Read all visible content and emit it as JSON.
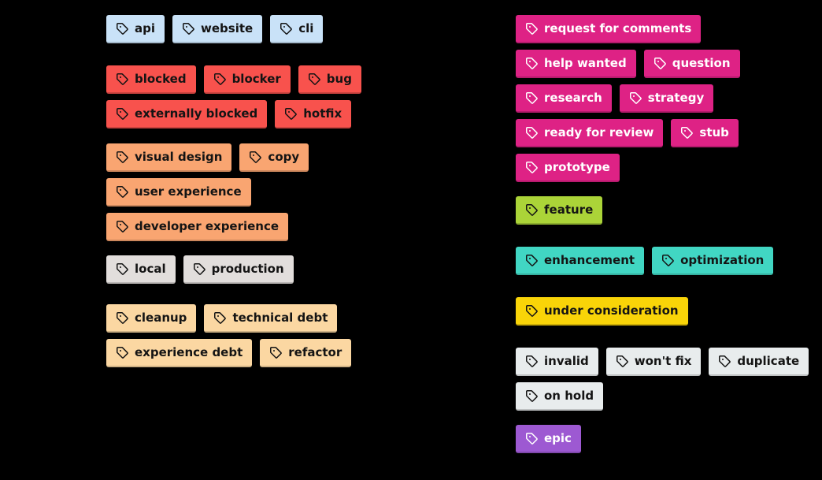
{
  "palette": {
    "blue": "#c9e2f8",
    "red": "#f8524d",
    "salmon": "#f9a571",
    "wheat": "#fbd7a2",
    "warm_gray": "#e2dedc",
    "pink": "#de2285",
    "green": "#abd438",
    "teal": "#41d6c3",
    "yellow": "#f9d408",
    "cool_gray": "#e8eced",
    "purple": "#9d59d2"
  },
  "text_colors": {
    "dark": "#141414",
    "light": "#ffffff"
  },
  "background": "#000000",
  "icon": "tag-icon",
  "columns": [
    {
      "side": "left",
      "groups": [
        {
          "color": "blue",
          "text_color": "dark",
          "rows": [
            [
              "api",
              "website",
              "cli"
            ]
          ]
        },
        {
          "color": "red",
          "text_color": "dark",
          "rows": [
            [
              "blocked",
              "blocker",
              "bug"
            ],
            [
              "externally blocked",
              "hotfix"
            ]
          ]
        },
        {
          "color": "salmon",
          "text_color": "dark",
          "rows": [
            [
              "visual design",
              "copy"
            ],
            [
              "user experience"
            ],
            [
              "developer experience"
            ]
          ]
        },
        {
          "color": "warm_gray",
          "text_color": "dark",
          "rows": [
            [
              "local",
              "production"
            ]
          ]
        },
        {
          "color": "wheat",
          "text_color": "dark",
          "rows": [
            [
              "cleanup",
              "technical debt"
            ],
            [
              "experience debt",
              "refactor"
            ]
          ]
        }
      ]
    },
    {
      "side": "right",
      "groups": [
        {
          "color": "pink",
          "text_color": "light",
          "rows": [
            [
              "request for comments"
            ],
            [
              "help wanted",
              "question"
            ],
            [
              "research",
              "strategy"
            ],
            [
              "ready for review",
              "stub"
            ],
            [
              "prototype"
            ]
          ]
        },
        {
          "color": "green",
          "text_color": "dark",
          "rows": [
            [
              "feature"
            ]
          ]
        },
        {
          "color": "teal",
          "text_color": "dark",
          "rows": [
            [
              "enhancement",
              "optimization"
            ]
          ]
        },
        {
          "color": "yellow",
          "text_color": "dark",
          "rows": [
            [
              "under consideration"
            ]
          ]
        },
        {
          "color": "cool_gray",
          "text_color": "dark",
          "rows": [
            [
              "invalid",
              "won't fix",
              "duplicate"
            ],
            [
              "on hold"
            ]
          ]
        },
        {
          "color": "purple",
          "text_color": "light",
          "rows": [
            [
              "epic"
            ]
          ]
        }
      ]
    }
  ]
}
